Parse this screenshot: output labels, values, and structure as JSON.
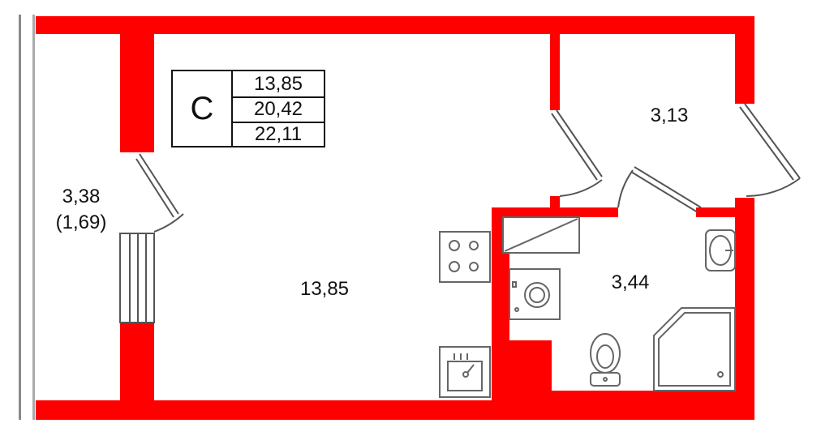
{
  "plan": {
    "apartment_type": "С",
    "areas": [
      "13,85",
      "20,42",
      "22,11"
    ],
    "rooms": {
      "balcony": {
        "area": "3,38",
        "reduced_area": "(1,69)"
      },
      "living": {
        "area": "13,85"
      },
      "hall": {
        "area": "3,13"
      },
      "bathroom": {
        "area": "3,44"
      }
    }
  },
  "colors": {
    "wall": "#ff0000",
    "line": "#555555",
    "text": "#111111"
  }
}
